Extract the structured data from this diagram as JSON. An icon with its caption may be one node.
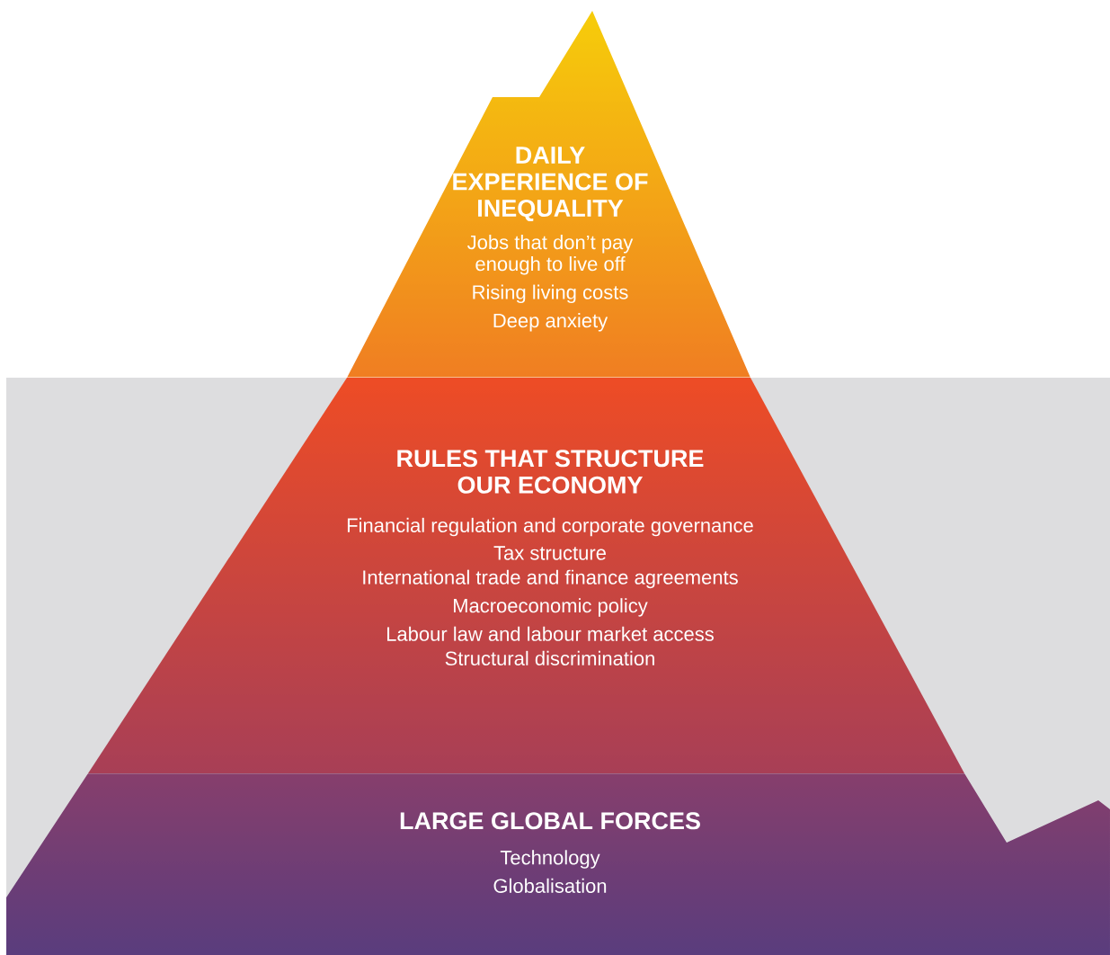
{
  "diagram": {
    "nodes": [
      {
        "text": [
          "DAILY EXPERIENCE OF INEQUALITY",
          "Jobs that don’t pay enough to live off",
          "Rising living costs",
          "Deep anxiety"
        ]
      },
      {
        "text": [
          "RULES THAT STRUCTURE OUR ECONOMY",
          "Financial regulation and corporate governance",
          "Tax structure",
          "International trade and finance agreements",
          "Macroeconomic policy",
          "Labour law and labour market access",
          "Structural discrimination"
        ]
      },
      {
        "text": [
          "LARGE GLOBAL FORCES",
          "Technology",
          "Globalisation"
        ]
      }
    ]
  }
}
